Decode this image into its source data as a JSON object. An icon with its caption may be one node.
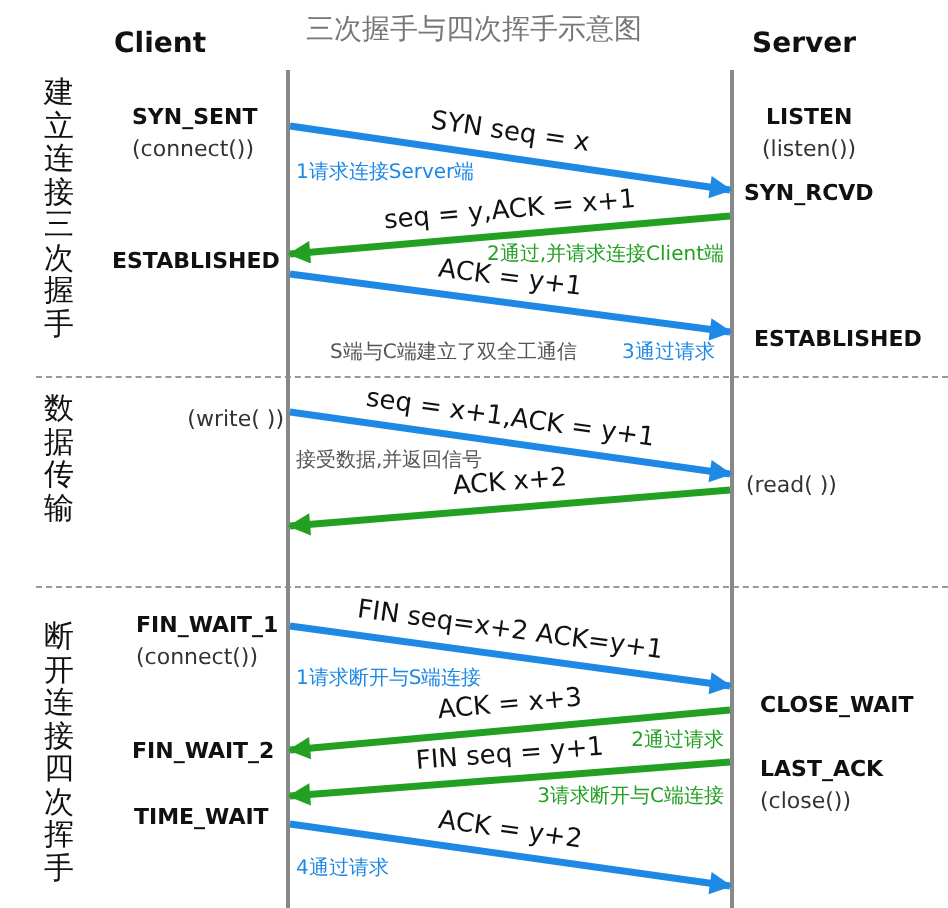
{
  "diagram": {
    "title": "三次握手与四次挥手示意图",
    "nodes": [
      {
        "text": [],
        "shape": "bar"
      },
      {
        "text": [],
        "shape": "bar"
      }
    ],
    "edges": [
      {
        "from": 0,
        "to": 1,
        "arrow": "to",
        "label": "SYN seq = x"
      },
      {
        "from": 1,
        "to": 0,
        "arrow": "to",
        "label": "seq = y,ACK = x+1",
        "color": "#22a022"
      },
      {
        "from": 0,
        "to": 1,
        "arrow": "to",
        "label": "ACK = y+1"
      },
      {
        "from": 0,
        "to": 1,
        "arrow": "to",
        "label": "seq = x+1,ACK = y+1"
      },
      {
        "from": 1,
        "to": 0,
        "arrow": "to",
        "label": "ACK  x+2",
        "color": "#22a022"
      },
      {
        "from": 0,
        "to": 1,
        "arrow": "to",
        "label": "FIN seq=x+2 ACK=y+1"
      },
      {
        "from": 1,
        "to": 0,
        "arrow": "to",
        "label": "ACK = x+3",
        "color": "#22a022"
      },
      {
        "from": 1,
        "to": 0,
        "arrow": "to",
        "label": "FIN seq = y+1",
        "color": "#22a022"
      },
      {
        "from": 0,
        "to": 1,
        "arrow": "to",
        "label": "ACK = y+2"
      }
    ],
    "labels": [
      "Client",
      "Server",
      "建立连接三次握手",
      "SYN_SENT",
      "(connect())",
      "LISTEN",
      "(listen())",
      "1请求连接Server端",
      "SYN_RCVD",
      "2通过,并请求连接Client端",
      "ESTABLISHED",
      "ESTABLISHED",
      "S端与C端建立了双全工通信",
      "3通过请求",
      "数据传输",
      "(write( ))",
      "接受数据,并返回信号",
      "(read( ))",
      "断开连接四次挥手",
      "FIN_WAIT_1",
      "(connect())",
      "1请求断开与S端连接",
      "CLOSE_WAIT",
      "FIN_WAIT_2",
      "2通过请求",
      "LAST_ACK",
      "(close())",
      "3请求断开与C端连接",
      "TIME_WAIT",
      "4通过请求"
    ]
  }
}
